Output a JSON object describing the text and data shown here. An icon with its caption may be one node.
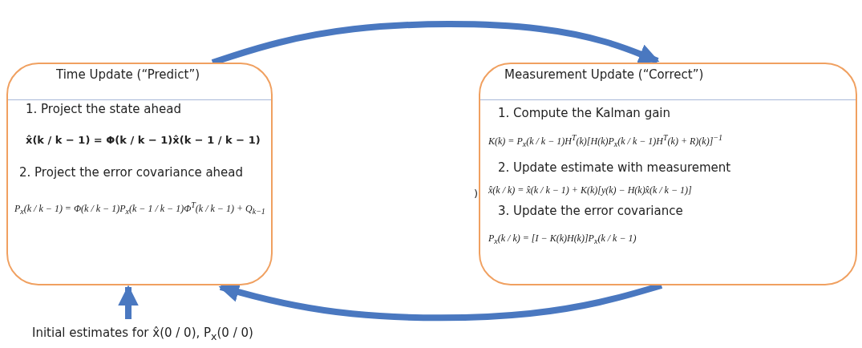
{
  "diagram": {
    "nodes": [
      {
        "text": [
          "Time Update (“Predict”)",
          "1. Project the state ahead",
          "x̂(k / k − 1) = Φ(k / k − 1)x̂(k − 1 / k − 1)",
          "2. Project the error covariance ahead",
          "P$_{x}$(k / k − 1) = Φ(k / k − 1)P$_{x}$(k − 1 / k − 1)Φ$^{T}$(k / k − 1) + Q$_{k−1}$"
        ]
      },
      {
        "text": [
          "Measurement Update (“Correct”)",
          "1. Compute the Kalman gain",
          "K(k) = P$_{x}$(k / k − 1)H$^{T}$(k)[H(k)P$_{x}$(k / k − 1)H$^{T}$(k) + R)(k)]$^{−1}$",
          "2. Update estimate with measurement",
          "x̂(k / k) = x̂(k / k − 1) + K(k)[y(k) − H(k)x̂(k / k − 1)]",
          "3. Update the error covariance",
          "P$_{x}$(k / k) = [I − K(k)H(k)]P$_{x}$(k / k − 1)"
        ]
      },
      {
        "text": [
          "Initial estimates for x̂(0 / 0), P$_{x}$(0 / 0)"
        ]
      }
    ],
    "edges": [
      {
        "from": 0,
        "to": 1,
        "arrow": "to"
      },
      {
        "from": 1,
        "to": 0,
        "arrow": "to"
      },
      {
        "from": 2,
        "to": 0,
        "arrow": "to"
      }
    ],
    "labels": [
      ")"
    ]
  }
}
